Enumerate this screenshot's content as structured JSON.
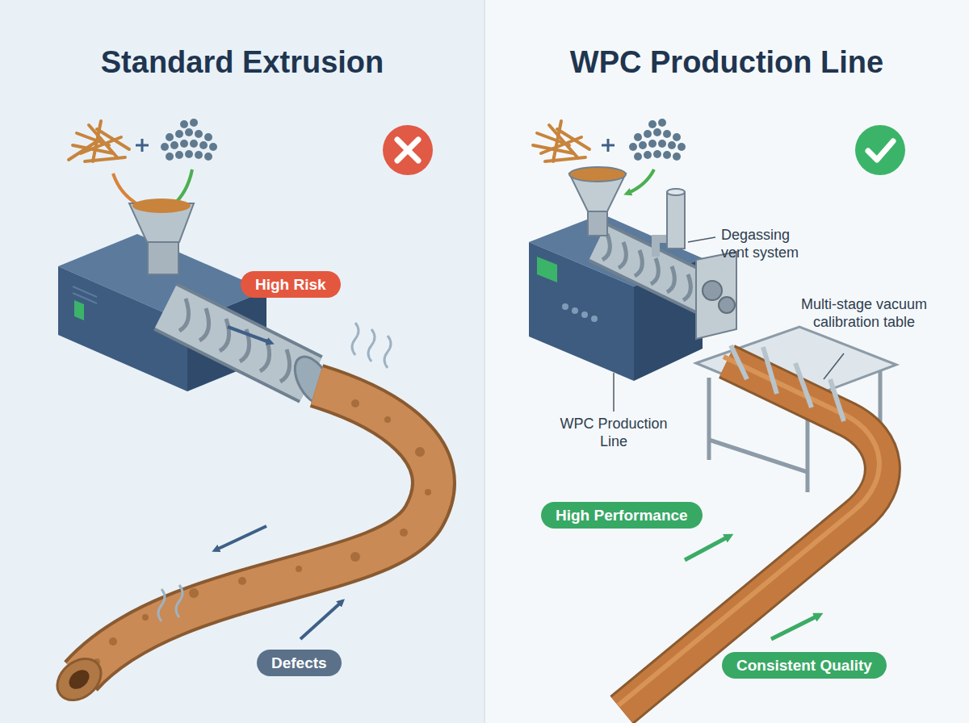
{
  "diagram": {
    "nodes": [
      {
        "text": [
          "Standard Extrusion"
        ]
      },
      {
        "text": [
          "High Risk"
        ],
        "in": 0
      },
      {
        "text": [
          "Defects"
        ],
        "in": 0
      },
      {
        "text": [
          "WPC Production Line"
        ]
      },
      {
        "text": [
          "High Performance"
        ],
        "in": 3
      },
      {
        "text": [
          "Consistent Quality"
        ],
        "in": 3
      }
    ],
    "labels": [
      "Degassing vent system",
      "Multi-stage vacuum calibration table",
      "WPC Production Line"
    ]
  }
}
